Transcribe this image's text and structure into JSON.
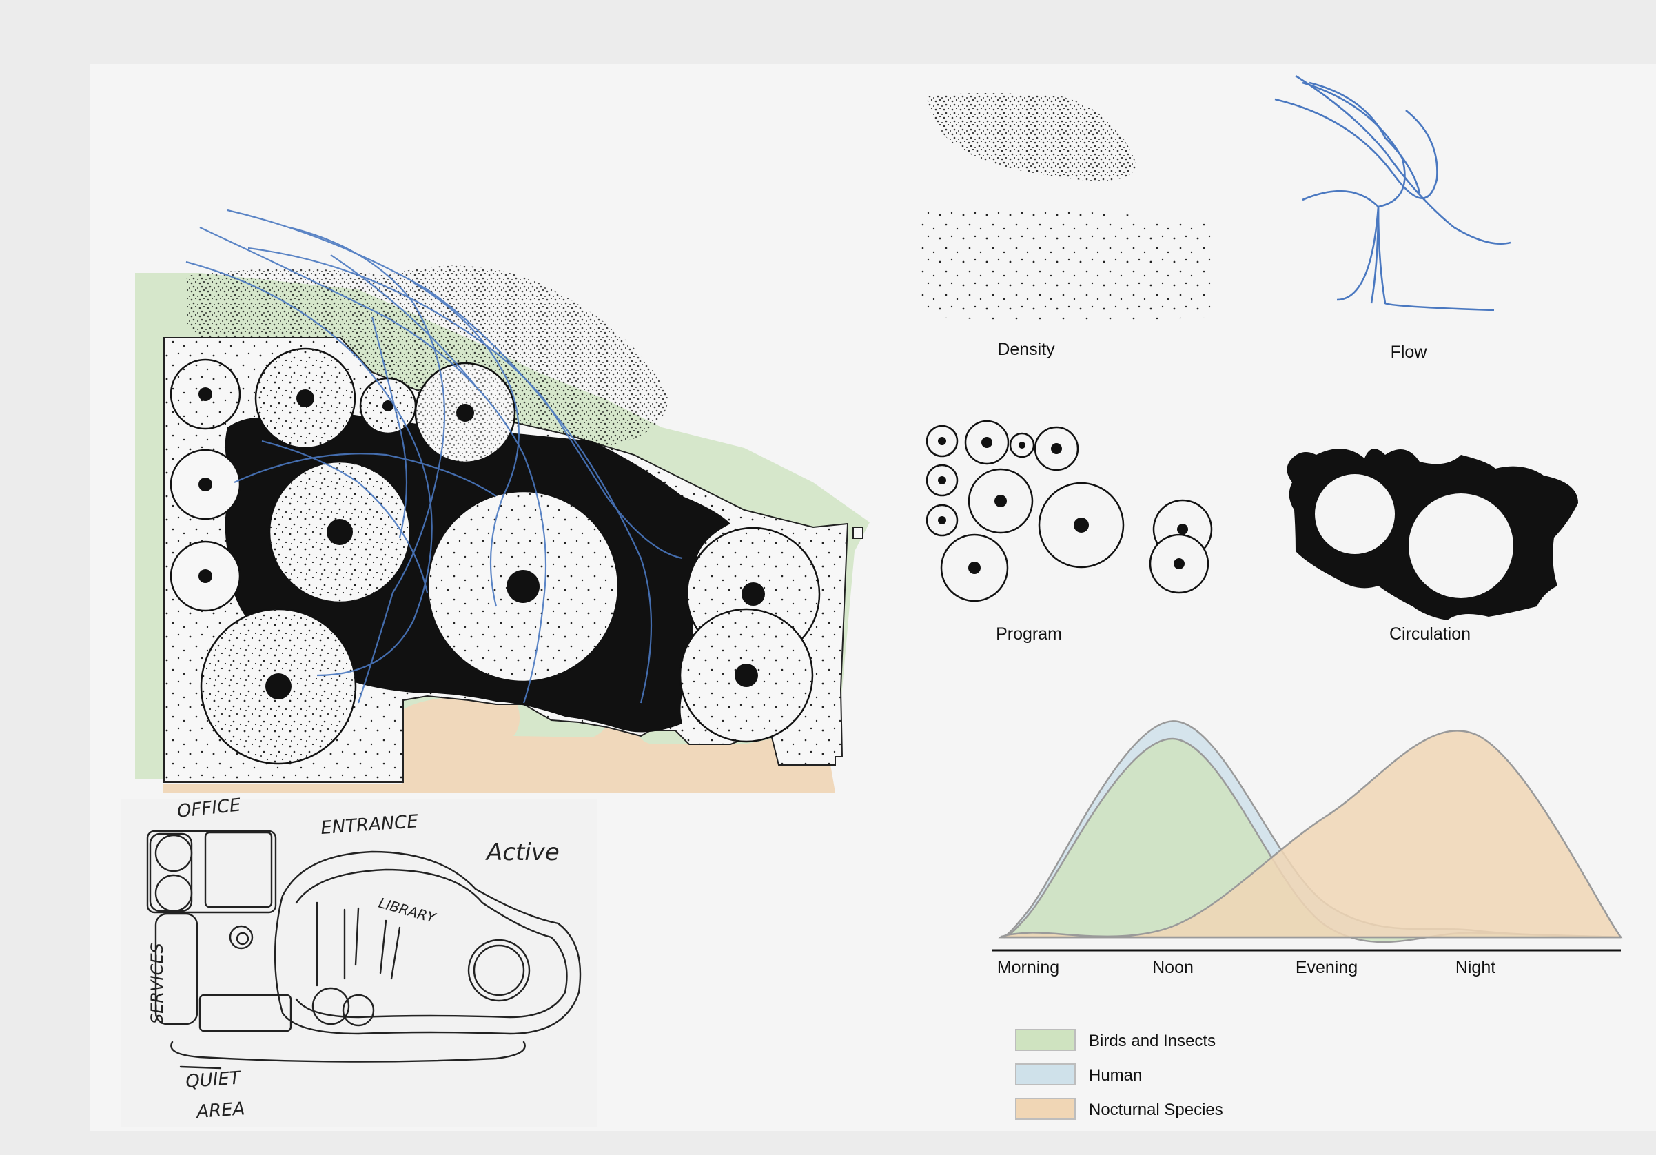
{
  "plan": {
    "sketch_labels": {
      "office": "OFFICE",
      "entrance": "ENTRANCE",
      "active": "Active",
      "library": "LIBRARY",
      "services": "SERVICES",
      "quiet": "QUIET",
      "area": "AREA"
    }
  },
  "diagrams": {
    "density": "Density",
    "flow": "Flow",
    "program": "Program",
    "circulation": "Circulation"
  },
  "colors": {
    "birds": "#cfe3c0",
    "human": "#cfe1ea",
    "nocturnal": "#f0d6b5",
    "flow_line": "#4a78c0",
    "ink": "#161616"
  },
  "chart_data": {
    "type": "area",
    "categories": [
      "Morning",
      "Noon",
      "Evening",
      "Night"
    ],
    "series": [
      {
        "name": "Birds and Insects",
        "values": [
          0.1,
          0.9,
          0.05,
          0.02
        ],
        "color": "#cfe3c0"
      },
      {
        "name": "Human",
        "values": [
          0.12,
          0.98,
          0.15,
          0.03
        ],
        "color": "#cfe1ea"
      },
      {
        "name": "Nocturnal Species",
        "values": [
          0.02,
          0.05,
          0.55,
          0.92
        ],
        "color": "#f0d6b5"
      }
    ],
    "grid": false,
    "legend": "bottom-left"
  }
}
